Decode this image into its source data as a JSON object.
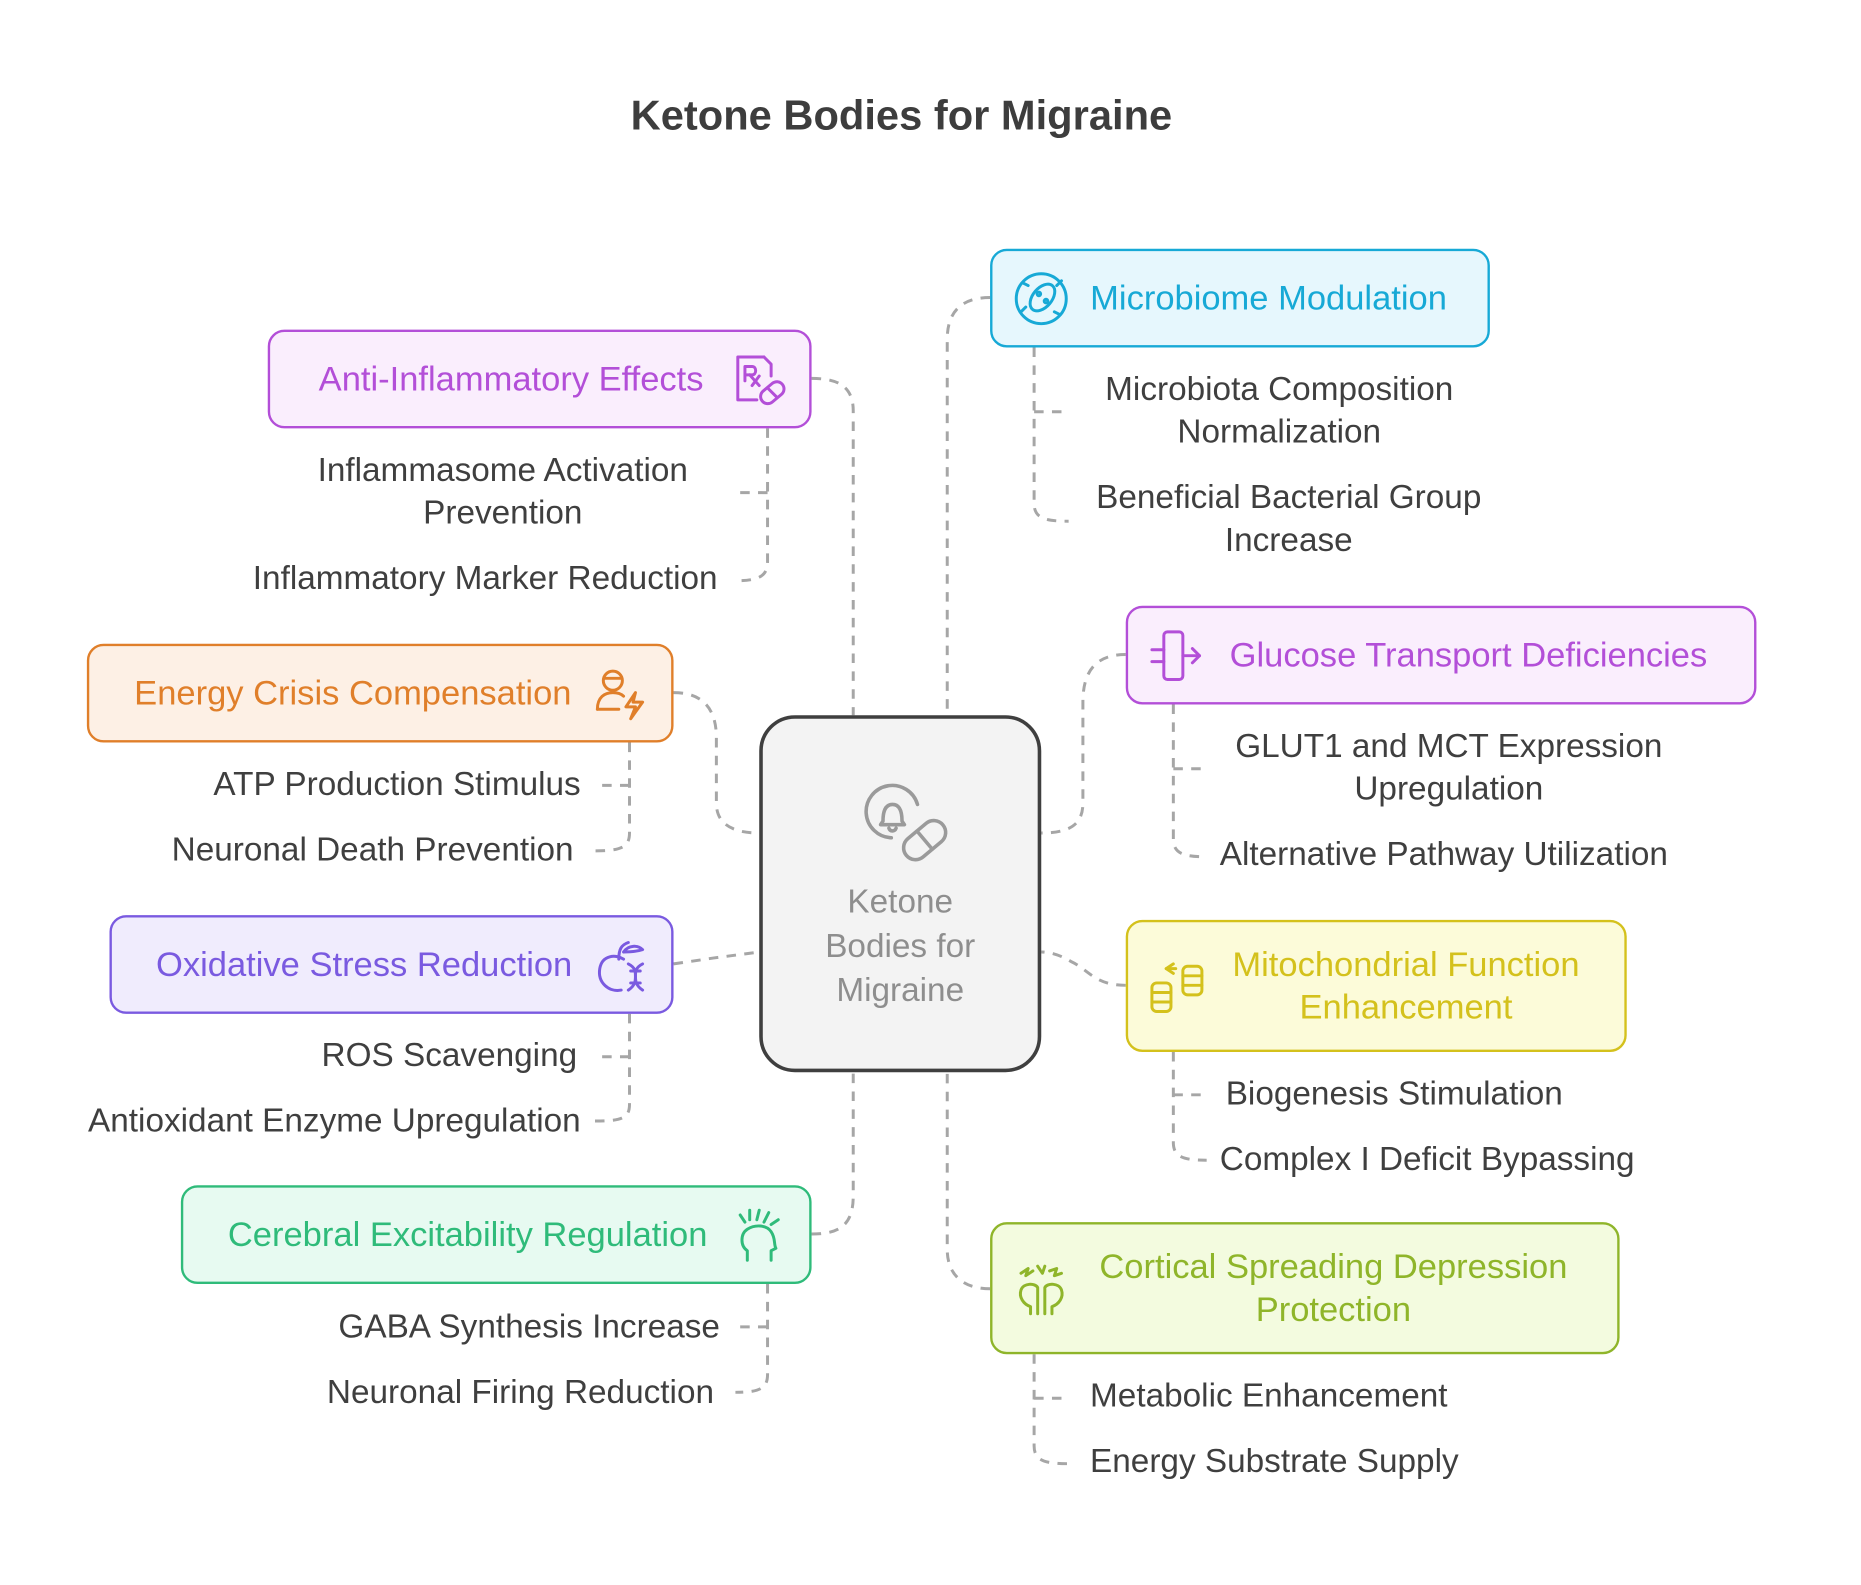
{
  "title": "Ketone Bodies for Migraine",
  "center": {
    "label": "Ketone Bodies for Migraine",
    "icon": "bell-pill-icon"
  },
  "colors": {
    "purple": "#b34fd8",
    "purple_bg": "#faeefd",
    "orange": "#e07f2a",
    "orange_bg": "#fdf0e5",
    "indigo": "#7a5ae0",
    "indigo_bg": "#f0ecfd",
    "green": "#2fbb7a",
    "green_bg": "#e7faf1",
    "cyan": "#17a9d6",
    "cyan_bg": "#e6f7fd",
    "yellow": "#d4c11c",
    "yellow_bg": "#fcfbd9",
    "lime": "#8fb52a",
    "lime_bg": "#f3fbdf"
  },
  "branches": [
    {
      "id": "anti",
      "title": "Anti-Inflammatory Effects",
      "icon": "prescription-pill-icon",
      "items": [
        "Inflammasome Activation Prevention",
        "Inflammatory Marker Reduction"
      ]
    },
    {
      "id": "energy",
      "title": "Energy Crisis Compensation",
      "icon": "person-lightning-icon",
      "items": [
        "ATP Production Stimulus",
        "Neuronal Death Prevention"
      ]
    },
    {
      "id": "oxid",
      "title": "Oxidative Stress Reduction",
      "icon": "apple-dna-icon",
      "items": [
        "ROS Scavenging",
        "Antioxidant Enzyme Upregulation"
      ]
    },
    {
      "id": "cereb",
      "title": "Cerebral Excitability Regulation",
      "icon": "head-sparks-icon",
      "items": [
        "GABA Synthesis Increase",
        "Neuronal Firing Reduction"
      ]
    },
    {
      "id": "micro",
      "title": "Microbiome Modulation",
      "icon": "bacteria-icon",
      "items": [
        "Microbiota Composition Normalization",
        "Beneficial Bacterial Group Increase"
      ]
    },
    {
      "id": "gluc",
      "title": "Glucose Transport Deficiencies",
      "icon": "transport-arrow-icon",
      "items": [
        "GLUT1 and MCT Expression Upregulation",
        "Alternative Pathway Utilization"
      ]
    },
    {
      "id": "mito",
      "title": "Mitochondrial Function Enhancement",
      "icon": "database-exchange-icon",
      "items": [
        "Biogenesis Stimulation",
        "Complex I Deficit Bypassing"
      ]
    },
    {
      "id": "cort",
      "title": "Cortical Spreading Depression Protection",
      "icon": "two-heads-sparks-icon",
      "items": [
        "Metabolic Enhancement",
        "Energy Substrate Supply"
      ]
    }
  ]
}
